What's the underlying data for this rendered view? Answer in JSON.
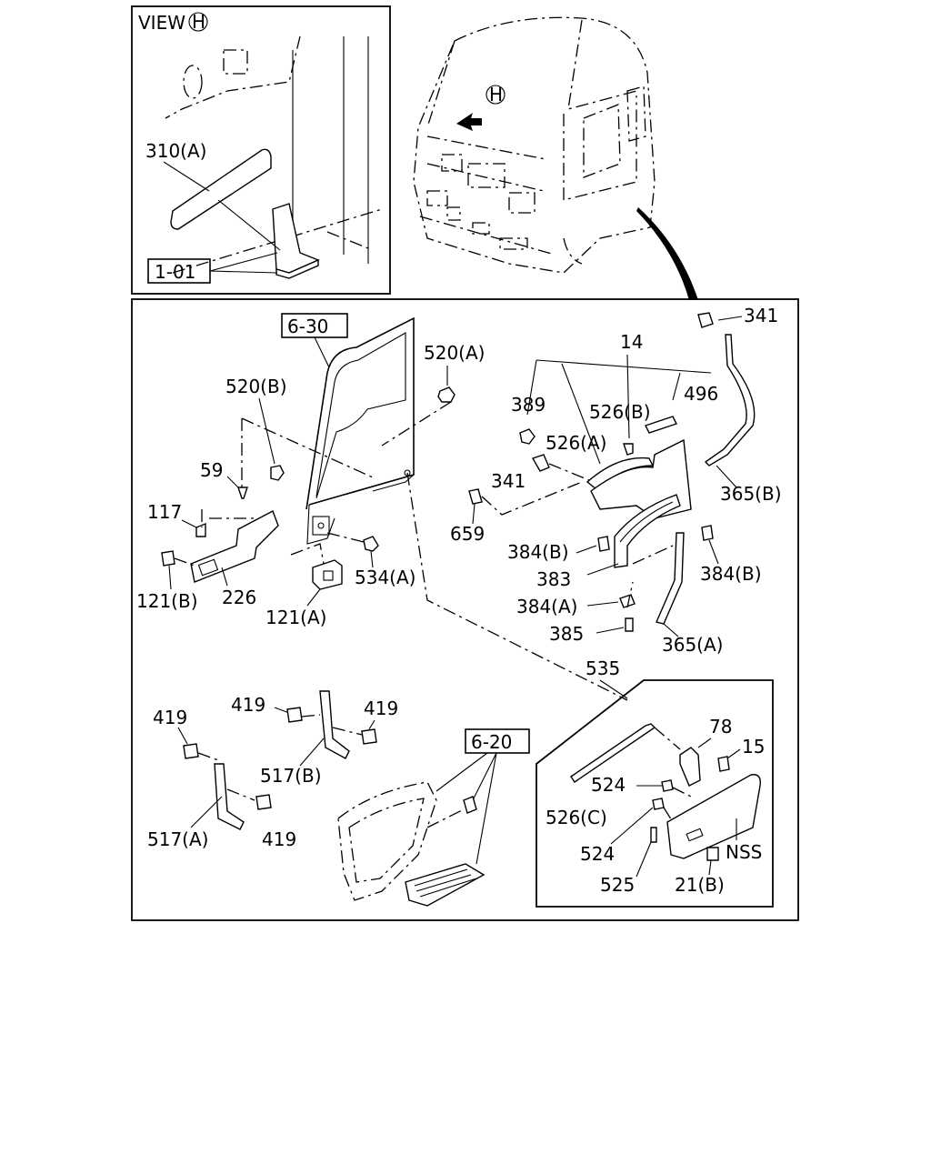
{
  "view": {
    "title": "VIEW",
    "circle_letter": "H",
    "cab_marker": "H"
  },
  "refs": {
    "r1_01": "1-01",
    "r6_30": "6-30",
    "r6_20": "6-20"
  },
  "labels": {
    "l310a": "310(A)",
    "l341_top": "341",
    "l14": "14",
    "l520a": "520(A)",
    "l520b": "520(B)",
    "l389": "389",
    "l526b": "526(B)",
    "l496": "496",
    "l526a": "526(A)",
    "l59": "59",
    "l341_mid": "341",
    "l365b": "365(B)",
    "l117": "117",
    "l659": "659",
    "l384b_left": "384(B)",
    "l383": "383",
    "l384b_right": "384(B)",
    "l534a": "534(A)",
    "l121b": "121(B)",
    "l226": "226",
    "l384a": "384(A)",
    "l121a": "121(A)",
    "l385": "385",
    "l365a": "365(A)",
    "l535": "535",
    "l419_a": "419",
    "l419_b": "419",
    "l419_c": "419",
    "l419_d": "419",
    "l78": "78",
    "l15": "15",
    "l517b": "517(B)",
    "l524_a": "524",
    "l526c": "526(C)",
    "l524_b": "524",
    "l517a": "517(A)",
    "lnss": "NSS",
    "l525": "525",
    "l21b": "21(B)"
  }
}
